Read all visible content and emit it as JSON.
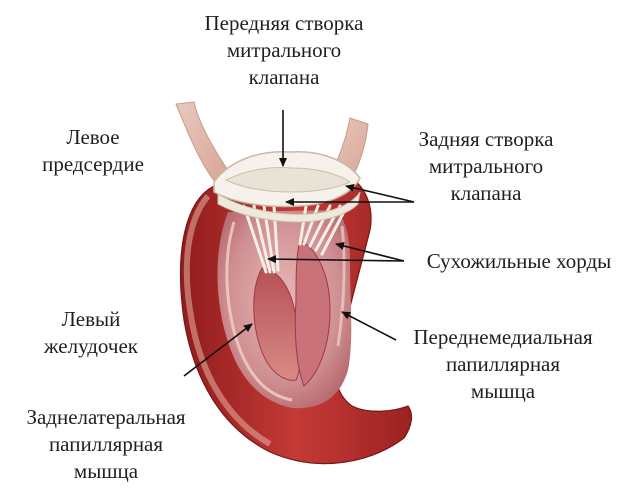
{
  "labels": {
    "anterior_leaflet": [
      "Передняя створка",
      "митрального",
      "клапана"
    ],
    "left_atrium": [
      "Левое",
      "предсердие"
    ],
    "posterior_leaflet": [
      "Задняя створка",
      "митрального",
      "клапана"
    ],
    "chordae": [
      "Сухожильные хорды"
    ],
    "left_ventricle": [
      "Левый",
      "желудочек"
    ],
    "anteromedial_muscle": [
      "Переднемедиальная",
      "папиллярная",
      "мышца"
    ],
    "posterolateral_muscle": [
      "Заднелатеральная",
      "папиллярная",
      "мышца"
    ]
  },
  "colors": {
    "text": "#1f1f1f",
    "arrow": "#111111",
    "myocardium": "#b32b2b",
    "chamber": "#d9a0a0",
    "valve": "#f6f1ea"
  }
}
